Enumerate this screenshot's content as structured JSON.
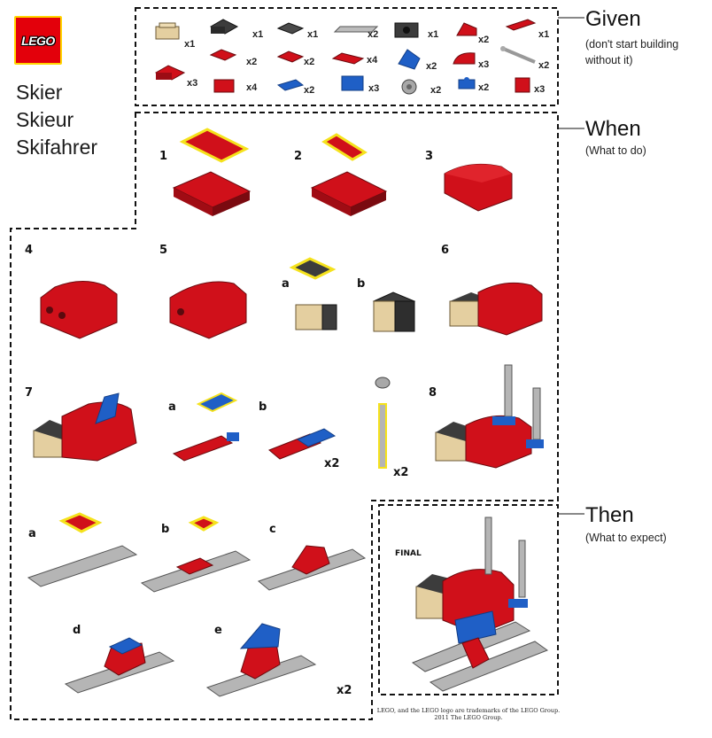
{
  "logo": {
    "text": "LEGO"
  },
  "title": {
    "lines": [
      "Skier",
      "Skieur",
      "Skifahrer"
    ]
  },
  "sections": {
    "given": {
      "label": "Given",
      "sub": [
        "(don't start building",
        "without it)"
      ]
    },
    "when": {
      "label": "When",
      "sub": [
        "(What to do)"
      ]
    },
    "then": {
      "label": "Then",
      "sub": [
        "(What to expect)"
      ]
    }
  },
  "parts": [
    {
      "qty": "x1",
      "color": "tan"
    },
    {
      "qty": "x1",
      "color": "dark-gray"
    },
    {
      "qty": "x1",
      "color": "dark-gray-tile"
    },
    {
      "qty": "x2",
      "color": "light-gray-plate"
    },
    {
      "qty": "x1",
      "color": "dark-gray-brick"
    },
    {
      "qty": "x2",
      "color": "red-slope"
    },
    {
      "qty": "x1",
      "color": "red-tile"
    },
    {
      "qty": "x3",
      "color": "red-plate"
    },
    {
      "qty": "x2",
      "color": "red-plate"
    },
    {
      "qty": "x2",
      "color": "red-plate"
    },
    {
      "qty": "x4",
      "color": "red-plate"
    },
    {
      "qty": "x2",
      "color": "blue-slope"
    },
    {
      "qty": "x3",
      "color": "red-curve"
    },
    {
      "qty": "x2",
      "color": "gray-bar"
    },
    {
      "qty": "x4",
      "color": "red-brick"
    },
    {
      "qty": "x2",
      "color": "blue-tile"
    },
    {
      "qty": "x3",
      "color": "blue-brick"
    },
    {
      "qty": "x2",
      "color": "gray-round"
    },
    {
      "qty": "x2",
      "color": "blue-clip"
    },
    {
      "qty": "x3",
      "color": "red-brick"
    }
  ],
  "steps": {
    "n1": "1",
    "n2": "2",
    "n3": "3",
    "n4": "4",
    "n5": "5",
    "n6": "6",
    "n7": "7",
    "n8": "8",
    "a": "a",
    "b": "b",
    "c": "c",
    "d": "d",
    "e": "e",
    "x2": "x2",
    "final": "FINAL"
  },
  "trademark": [
    "LEGO, and the LEGO logo are trademarks of the LEGO Group.",
    "2011 The LEGO Group."
  ],
  "colors": {
    "red": "#d0101a",
    "red_dark": "#8e0a10",
    "blue": "#1f5fc6",
    "blue_dark": "#123d85",
    "tan": "#e4cfa0",
    "dark_gray": "#3c3c3c",
    "light_gray": "#b5b5b5",
    "highlight": "#f5e21c"
  }
}
